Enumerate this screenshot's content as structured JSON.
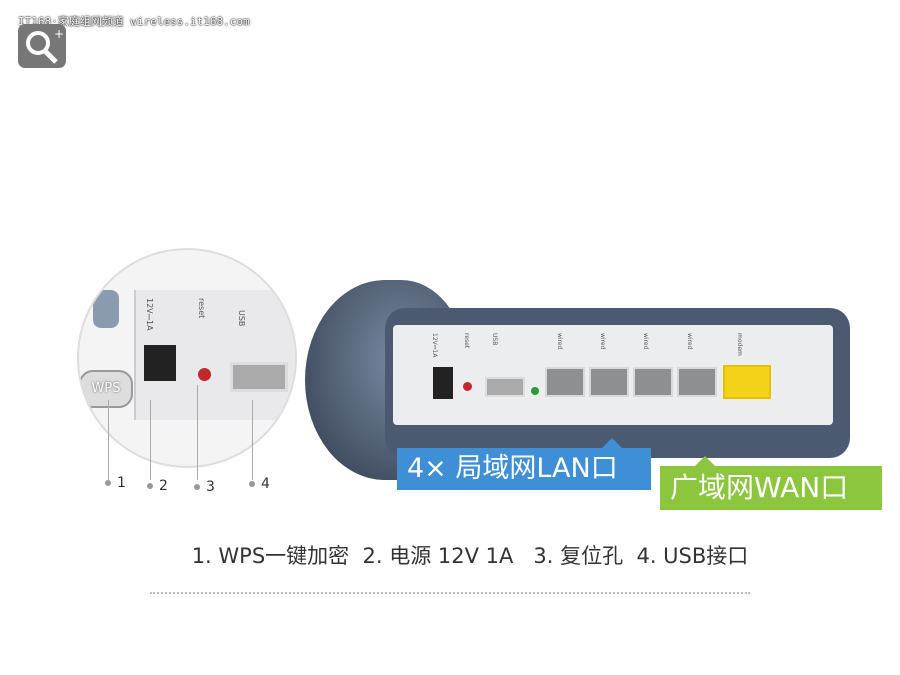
{
  "watermark": "IT168·家庭组网频道 wireless.it168.com",
  "zoom_icon": "magnifier-plus-icon",
  "zoom_panel": {
    "wps": "WPS",
    "power": "12V⎓1A",
    "reset": "reset",
    "usb": "USB"
  },
  "callouts": [
    "1",
    "2",
    "3",
    "4"
  ],
  "router_panel": {
    "power": "12V⎓1A",
    "reset": "reset",
    "usb": "USB",
    "lan_labels": [
      "wired",
      "wired",
      "wired",
      "wired"
    ],
    "wan_label": "modem"
  },
  "lan_label": "4× 局域网LAN口",
  "wan_label": "广域网WAN口",
  "caption": "1. WPS一键加密  2. 电源 12V 1A   3. 复位孔  4. USB接口",
  "colors": {
    "lan": "#3f8fd6",
    "wan": "#8cc63f",
    "wan_port": "#f2d21a"
  }
}
